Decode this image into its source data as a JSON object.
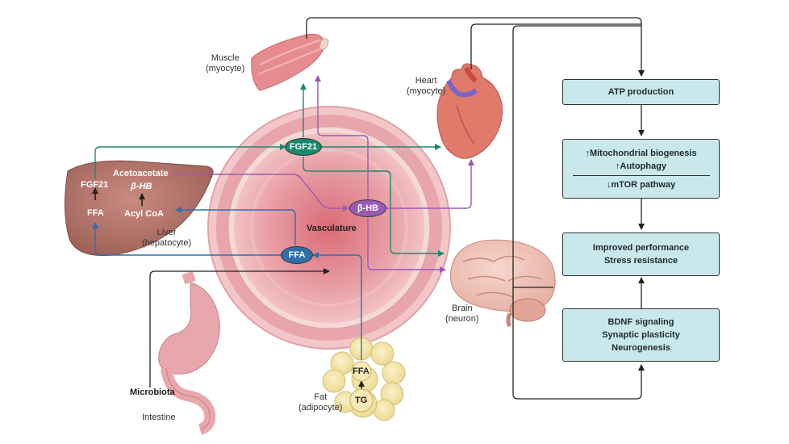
{
  "diagram": {
    "organs": {
      "muscle": [
        "Muscle",
        "(myocyte)"
      ],
      "heart": [
        "Heart",
        "(myocyte)"
      ],
      "liver": [
        "Liver",
        "(hepatocyte)"
      ],
      "brain": [
        "Brain",
        "(neuron)"
      ],
      "fat": [
        "Fat",
        "(adipocyte)"
      ],
      "intestine": "Intestine",
      "microbiota": "Microbiota",
      "vasculature": "Vasculature"
    },
    "molecules": {
      "fgf21_center": "FGF21",
      "bhb_center": "β-HB",
      "ffa_center": "FFA",
      "liver_fgf21": "FGF21",
      "liver_ffa": "FFA",
      "acetoacetate": "Acetoacetate",
      "liver_bhb": "β-HB",
      "acyl_coa": "Acyl CoA",
      "fat_ffa": "FFA",
      "fat_tg": "TG"
    },
    "outcomes": {
      "atp": "ATP production",
      "mito": "↑Mitochondrial biogenesis",
      "autophagy": "↑Autophagy",
      "mtor": "↓mTOR pathway",
      "performance": "Improved performance",
      "stress": "Stress resistance",
      "bdnf": "BDNF signaling",
      "plasticity": "Synaptic plasticity",
      "neurogenesis": "Neurogenesis"
    },
    "colors": {
      "fgf21": "#1a8a6e",
      "bhb": "#9b59b6",
      "ffa": "#2f6fa8",
      "box": "#c9e8ec",
      "vessel": "#e9a7ad"
    }
  }
}
